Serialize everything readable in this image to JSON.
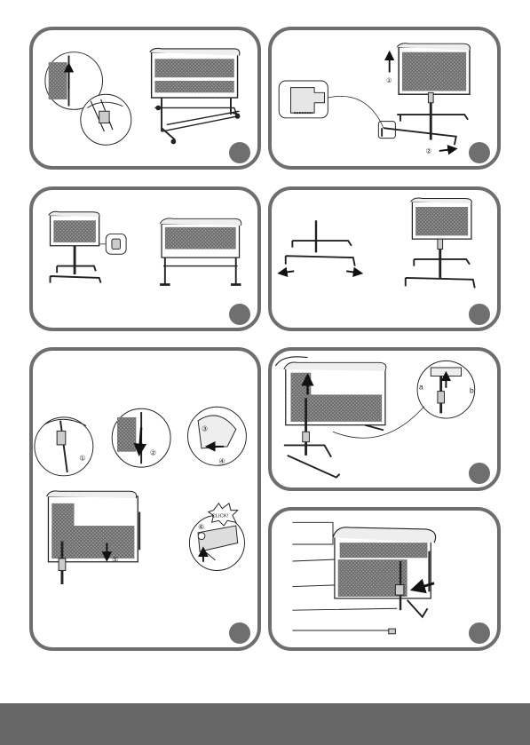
{
  "document": {
    "callouts": {
      "n1": "①",
      "n2": "②",
      "n1b": "①",
      "n2b": "②",
      "n3": "③",
      "n4": "④",
      "n5": "⑤",
      "n6": "⑥",
      "click": "CLICK!",
      "a": "a",
      "b": "b"
    }
  }
}
